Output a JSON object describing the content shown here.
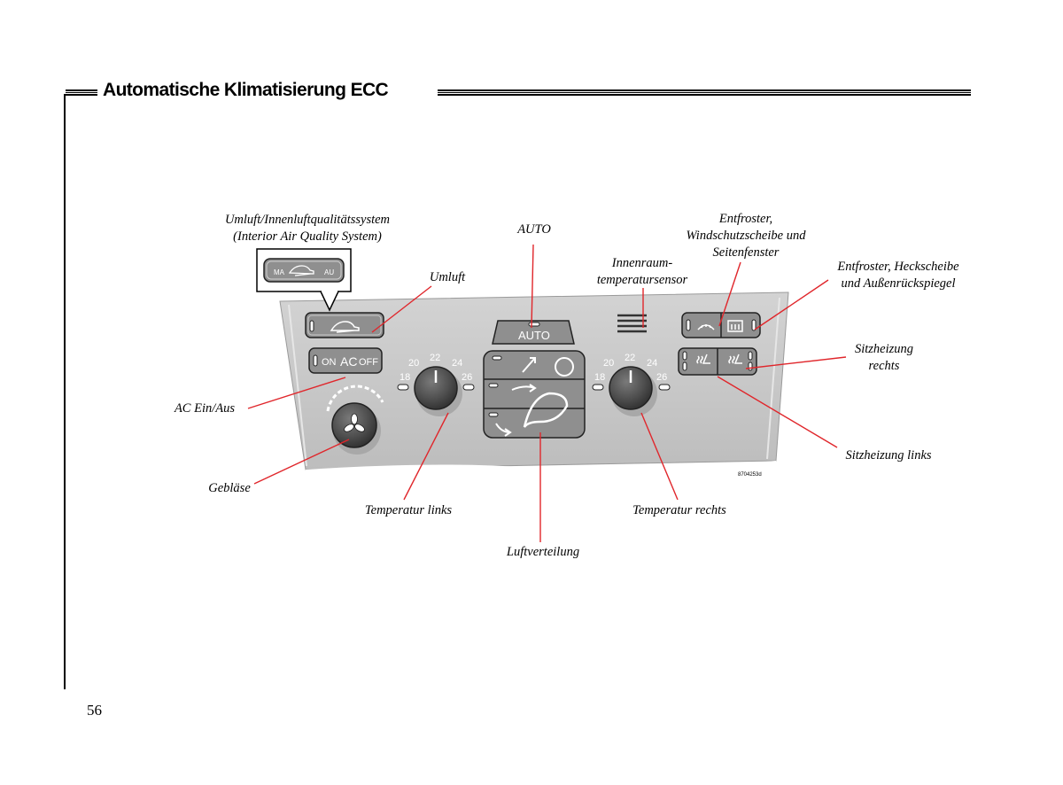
{
  "page": {
    "title": "Automatische Klimatisierung ECC",
    "page_number": "56"
  },
  "figure": {
    "code": "8704253d",
    "labels": {
      "iaq_line1": "Umluft/Innenluftqualitätssystem",
      "iaq_line2": "(Interior Air Quality System)",
      "umluft": "Umluft",
      "auto": "AUTO",
      "sensor_line1": "Innenraum-",
      "sensor_line2": "temperatursensor",
      "defrost_front_line1": "Entfroster,",
      "defrost_front_line2": "Windschutzscheibe und",
      "defrost_front_line3": "Seitenfenster",
      "defrost_rear_line1": "Entfroster, Heckscheibe",
      "defrost_rear_line2": "und Außenrückspiegel",
      "seat_right_line1": "Sitzheizung",
      "seat_right_line2": "rechts",
      "ac": "AC Ein/Aus",
      "seat_left": "Sitzheizung links",
      "blower": "Gebläse",
      "temp_left": "Temperatur  links",
      "temp_right": "Temperatur  rechts",
      "air_distribution": "Luftverteilung"
    },
    "panel_text": {
      "iaq_ma": "MA",
      "iaq_au": "AU",
      "auto_button": "AUTO",
      "ac_on": "ON",
      "ac_ac": "AC",
      "ac_off": "OFF",
      "t18": "18",
      "t20": "20",
      "t22": "22",
      "t24": "24",
      "t26": "26"
    },
    "icons": {
      "recirculation": "car-recirculation-icon",
      "fan": "fan-icon",
      "defrost_front": "windshield-defrost-icon",
      "defrost_rear": "rear-window-defrost-icon",
      "seat_heat": "seat-heater-icon"
    },
    "colors": {
      "leader_line": "#e0262b",
      "panel": "#c4c4c4",
      "button": "#8f8f8f"
    }
  }
}
